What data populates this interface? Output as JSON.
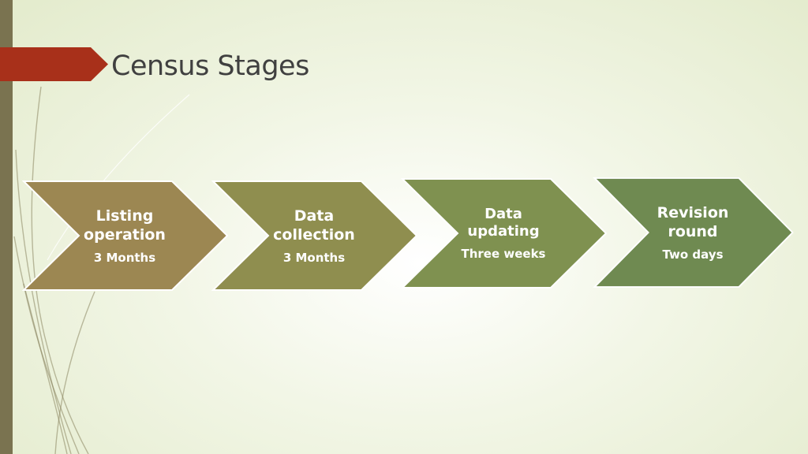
{
  "slide": {
    "title": "Census Stages"
  },
  "steps": [
    {
      "name": "Listing operation",
      "duration": "3 Months",
      "color": "#9c8752"
    },
    {
      "name": "Data collection",
      "duration": "3 Months",
      "color": "#8f8e4f"
    },
    {
      "name": "Data updating",
      "duration": "Three weeks",
      "color": "#7f9150"
    },
    {
      "name": "Revision round",
      "duration": "Two days",
      "color": "#6f8a51"
    }
  ],
  "colors": {
    "accent_flag": "#a8301a",
    "side_bar": "#7a7350",
    "title_text": "#404040"
  }
}
